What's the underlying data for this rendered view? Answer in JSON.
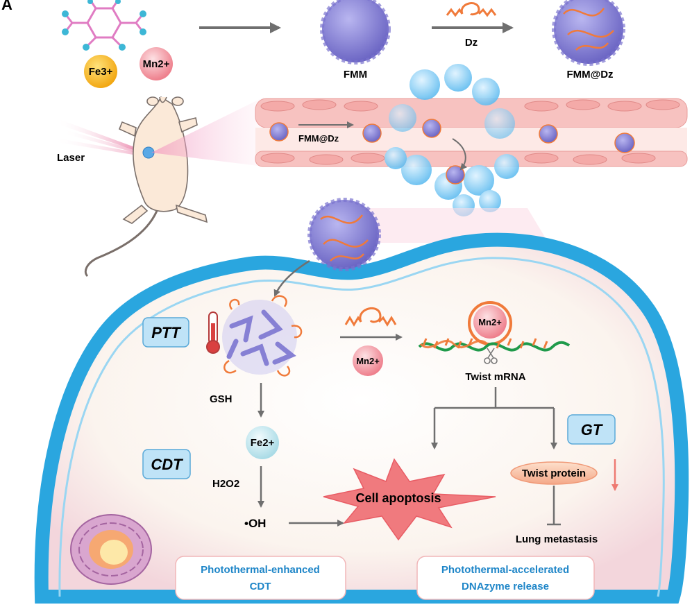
{
  "panel_letter": "A",
  "synthesis": {
    "fe_ion": "Fe3+",
    "mn_ion": "Mn2+",
    "fmm_label": "FMM",
    "dz_label": "Dz",
    "fmm_dz_label": "FMM@Dz"
  },
  "injection": {
    "laser_label": "Laser",
    "vessel_label": "FMM@Dz"
  },
  "cell": {
    "ptt_tag": "PTT",
    "cdt_tag": "CDT",
    "gt_tag": "GT",
    "mn_release": "Mn2+",
    "mn_dnazyme": "Mn2+",
    "twist_mrna": "Twist mRNA",
    "gsh": "GSH",
    "fe2": "Fe2+",
    "h2o2": "H2O2",
    "oh_radical": "•OH",
    "apoptosis": "Cell apoptosis",
    "twist_protein": "Twist protein",
    "lung_metastasis": "Lung metastasis",
    "caption_left_line1": "Photothermal-enhanced",
    "caption_left_line2": "CDT",
    "caption_right_line1": "Photothermal-accelerated",
    "caption_right_line2": "DNAzyme release"
  },
  "colors": {
    "cell_membrane": "#2aa6df",
    "tag_box": "#bfe3f7",
    "nanoparticle": "#8a86d6",
    "dnazyme": "#f07a3a",
    "apoptosis_star": "#f0707a",
    "vessel": "#f4b8b6"
  }
}
